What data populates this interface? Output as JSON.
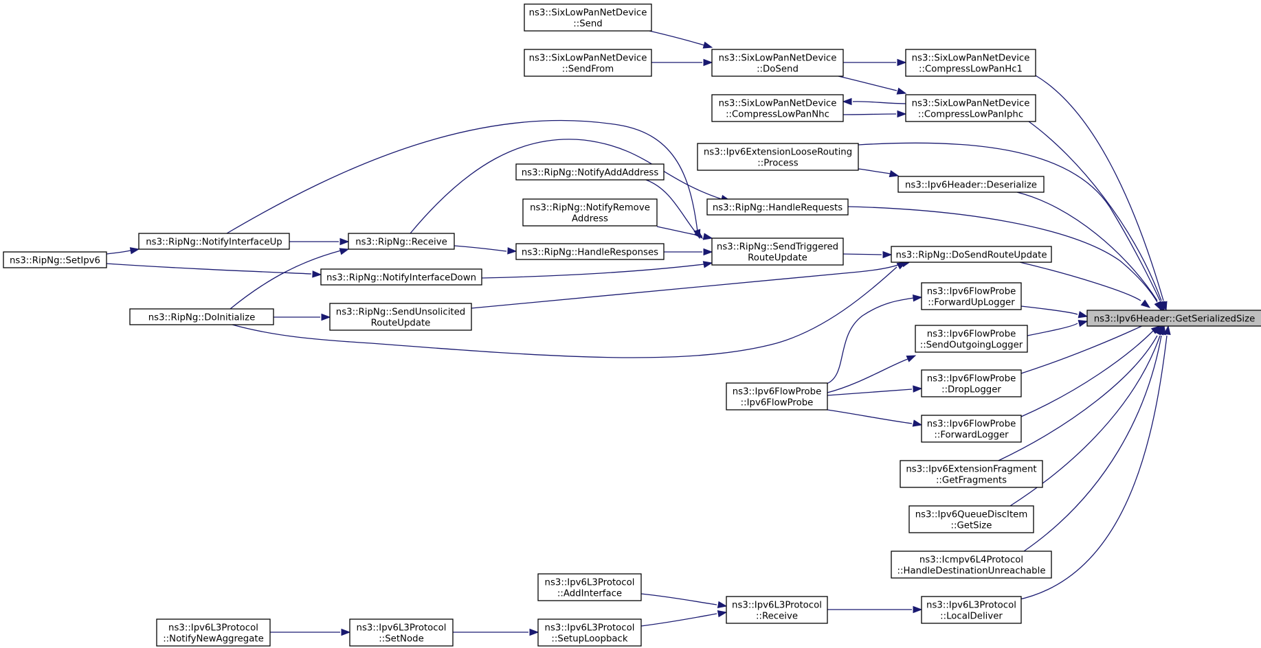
{
  "diagram": {
    "type": "call-graph",
    "nodes": [
      {
        "id": "target",
        "lines": [
          "ns3::Ipv6Header::GetSerializedSize"
        ]
      },
      {
        "id": "sixSend",
        "lines": [
          "ns3::SixLowPanNetDevice",
          "::Send"
        ]
      },
      {
        "id": "sixSendFrom",
        "lines": [
          "ns3::SixLowPanNetDevice",
          "::SendFrom"
        ]
      },
      {
        "id": "sixDoSend",
        "lines": [
          "ns3::SixLowPanNetDevice",
          "::DoSend"
        ]
      },
      {
        "id": "compHc1",
        "lines": [
          "ns3::SixLowPanNetDevice",
          "::CompressLowPanHc1"
        ]
      },
      {
        "id": "compNhc",
        "lines": [
          "ns3::SixLowPanNetDevice",
          "::CompressLowPanNhc"
        ]
      },
      {
        "id": "compIphc",
        "lines": [
          "ns3::SixLowPanNetDevice",
          "::CompressLowPanIphc"
        ]
      },
      {
        "id": "looseProc",
        "lines": [
          "ns3::Ipv6ExtensionLooseRouting",
          "::Process"
        ]
      },
      {
        "id": "deser",
        "lines": [
          "ns3::Ipv6Header::Deserialize"
        ]
      },
      {
        "id": "notifyAdd",
        "lines": [
          "ns3::RipNg::NotifyAddAddress"
        ]
      },
      {
        "id": "handleReq",
        "lines": [
          "ns3::RipNg::HandleRequests"
        ]
      },
      {
        "id": "notifyRemove",
        "lines": [
          "ns3::RipNg::NotifyRemove",
          "Address"
        ]
      },
      {
        "id": "setIpv6",
        "lines": [
          "ns3::RipNg::SetIpv6"
        ]
      },
      {
        "id": "notifyUp",
        "lines": [
          "ns3::RipNg::NotifyInterfaceUp"
        ]
      },
      {
        "id": "ripRecv",
        "lines": [
          "ns3::RipNg::Receive"
        ]
      },
      {
        "id": "handleResp",
        "lines": [
          "ns3::RipNg::HandleResponses"
        ]
      },
      {
        "id": "sendTrig",
        "lines": [
          "ns3::RipNg::SendTriggered",
          "RouteUpdate"
        ]
      },
      {
        "id": "doSendRU",
        "lines": [
          "ns3::RipNg::DoSendRouteUpdate"
        ]
      },
      {
        "id": "notifyDown",
        "lines": [
          "ns3::RipNg::NotifyInterfaceDown"
        ]
      },
      {
        "id": "doInit",
        "lines": [
          "ns3::RipNg::DoInitialize"
        ]
      },
      {
        "id": "sendUnsol",
        "lines": [
          "ns3::RipNg::SendUnsolicited",
          "RouteUpdate"
        ]
      },
      {
        "id": "fwdUp",
        "lines": [
          "ns3::Ipv6FlowProbe",
          "::ForwardUpLogger"
        ]
      },
      {
        "id": "sendOut",
        "lines": [
          "ns3::Ipv6FlowProbe",
          "::SendOutgoingLogger"
        ]
      },
      {
        "id": "flowProbe",
        "lines": [
          "ns3::Ipv6FlowProbe",
          "::Ipv6FlowProbe"
        ]
      },
      {
        "id": "dropLog",
        "lines": [
          "ns3::Ipv6FlowProbe",
          "::DropLogger"
        ]
      },
      {
        "id": "fwdLog",
        "lines": [
          "ns3::Ipv6FlowProbe",
          "::ForwardLogger"
        ]
      },
      {
        "id": "getFrag",
        "lines": [
          "ns3::Ipv6ExtensionFragment",
          "::GetFragments"
        ]
      },
      {
        "id": "qdiscSize",
        "lines": [
          "ns3::Ipv6QueueDiscItem",
          "::GetSize"
        ]
      },
      {
        "id": "icmpUnreach",
        "lines": [
          "ns3::Icmpv6L4Protocol",
          "::HandleDestinationUnreachable"
        ]
      },
      {
        "id": "addIface",
        "lines": [
          "ns3::Ipv6L3Protocol",
          "::AddInterface"
        ]
      },
      {
        "id": "l3Recv",
        "lines": [
          "ns3::Ipv6L3Protocol",
          "::Receive"
        ]
      },
      {
        "id": "localDeliver",
        "lines": [
          "ns3::Ipv6L3Protocol",
          "::LocalDeliver"
        ]
      },
      {
        "id": "notifyAgg",
        "lines": [
          "ns3::Ipv6L3Protocol",
          "::NotifyNewAggregate"
        ]
      },
      {
        "id": "setNode",
        "lines": [
          "ns3::Ipv6L3Protocol",
          "::SetNode"
        ]
      },
      {
        "id": "setupLoop",
        "lines": [
          "ns3::Ipv6L3Protocol",
          "::SetupLoopback"
        ]
      }
    ],
    "edges": [
      [
        "sixSend",
        "sixDoSend"
      ],
      [
        "sixSendFrom",
        "sixDoSend"
      ],
      [
        "sixDoSend",
        "compHc1"
      ],
      [
        "sixDoSend",
        "compIphc"
      ],
      [
        "compHc1",
        "target"
      ],
      [
        "compIphc",
        "compNhc"
      ],
      [
        "compNhc",
        "compIphc"
      ],
      [
        "compIphc",
        "target"
      ],
      [
        "looseProc",
        "deser"
      ],
      [
        "looseProc",
        "target"
      ],
      [
        "deser",
        "target"
      ],
      [
        "handleReq",
        "target"
      ],
      [
        "notifyUp",
        "sendTrig"
      ],
      [
        "ripRecv",
        "handleReq"
      ],
      [
        "notifyAdd",
        "sendTrig"
      ],
      [
        "notifyRemove",
        "sendTrig"
      ],
      [
        "setIpv6",
        "notifyUp"
      ],
      [
        "setIpv6",
        "notifyDown"
      ],
      [
        "notifyUp",
        "ripRecv"
      ],
      [
        "doInit",
        "ripRecv"
      ],
      [
        "ripRecv",
        "handleResp"
      ],
      [
        "handleResp",
        "sendTrig"
      ],
      [
        "notifyDown",
        "sendTrig"
      ],
      [
        "sendTrig",
        "doSendRU"
      ],
      [
        "doSendRU",
        "target"
      ],
      [
        "doInit",
        "sendUnsol"
      ],
      [
        "sendUnsol",
        "doSendRU"
      ],
      [
        "doInit",
        "doSendRU"
      ],
      [
        "flowProbe",
        "fwdUp"
      ],
      [
        "flowProbe",
        "sendOut"
      ],
      [
        "flowProbe",
        "dropLog"
      ],
      [
        "flowProbe",
        "fwdLog"
      ],
      [
        "fwdUp",
        "target"
      ],
      [
        "sendOut",
        "target"
      ],
      [
        "dropLog",
        "target"
      ],
      [
        "fwdLog",
        "target"
      ],
      [
        "getFrag",
        "target"
      ],
      [
        "qdiscSize",
        "target"
      ],
      [
        "icmpUnreach",
        "target"
      ],
      [
        "addIface",
        "l3Recv"
      ],
      [
        "setupLoop",
        "l3Recv"
      ],
      [
        "l3Recv",
        "localDeliver"
      ],
      [
        "localDeliver",
        "target"
      ],
      [
        "notifyAgg",
        "setNode"
      ],
      [
        "setNode",
        "setupLoop"
      ]
    ]
  }
}
